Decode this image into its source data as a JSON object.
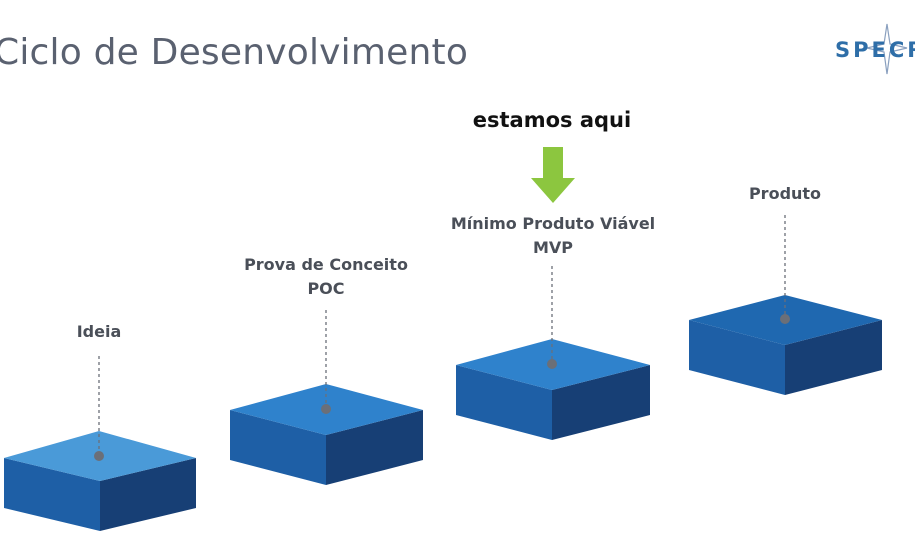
{
  "slide": {
    "title": "Ciclo de Desenvolvimento"
  },
  "logo": {
    "text": "SPECR"
  },
  "callout": {
    "text": "estamos aqui",
    "arrow_color": "#8cc63f"
  },
  "stages": [
    {
      "line1": "Ideia",
      "line2": ""
    },
    {
      "line1": "Prova de Conceito",
      "line2": "POC"
    },
    {
      "line1": "Mínimo Produto Viável",
      "line2": "MVP"
    },
    {
      "line1": "Produto",
      "line2": ""
    }
  ],
  "colors": {
    "top_light": "#4a9ad8",
    "top_mid": "#2f82cc",
    "top_dark": "#1f68b0",
    "front": "#1e5fa6",
    "side": "#173f75",
    "dot": "#6b6f78"
  }
}
